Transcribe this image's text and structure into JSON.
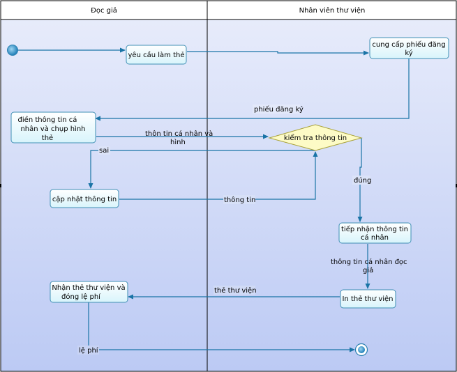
{
  "lanes": {
    "left_title": "Đọc giả",
    "right_title": "Nhân viên thư viện"
  },
  "activities": {
    "request_card": [
      "yêu cầu làm thẻ"
    ],
    "provide_form": [
      "cung cấp phiếu đăng",
      "ký"
    ],
    "fill_info": [
      "điền thông tin cá",
      "nhân và chụp hình",
      "thẻ"
    ],
    "check_info": [
      "kiểm tra thông tin"
    ],
    "update_info": [
      "cập nhật thông tin"
    ],
    "receive_info": [
      "tiếp nhận thông tin",
      "cá nhân"
    ],
    "print_card": [
      "In thẻ thư viện"
    ],
    "receive_card": [
      "Nhận thẻ thư viện và",
      "đóng lệ phí"
    ]
  },
  "flows": {
    "form": "phiếu đăng ký",
    "personal_info": [
      "thôn tin cá nhân và",
      "hình"
    ],
    "wrong": "sai",
    "correct": "đúng",
    "info": "thông tin",
    "reader_info": [
      "thông tin cá nhân đọc",
      "giả"
    ],
    "card": "thẻ thư viện",
    "fee": "lệ phí"
  },
  "colors": {
    "lane_gradient_light": "#e7ecfb",
    "lane_gradient_dark": "#bcc9f3",
    "border": "#000000",
    "node_fill": "#e7fbff",
    "node_stroke": "#3f8fb4",
    "decision_fill": "#fdfbc6",
    "decision_stroke": "#a9a23a",
    "edge": "#1a74a6",
    "start": "#2f93c8"
  }
}
